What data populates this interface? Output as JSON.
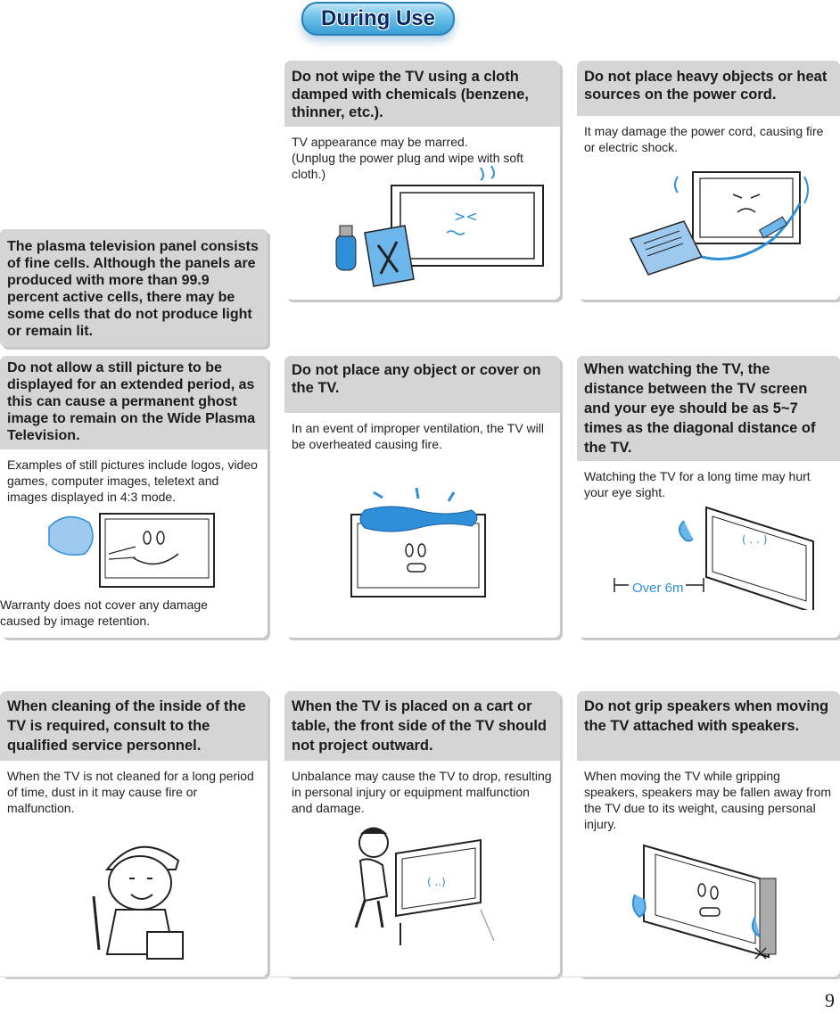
{
  "header": {
    "title": "During Use"
  },
  "note": "The plasma television panel consists of fine cells. Although the panels are produced with more than 99.9 percent active cells, there may be some cells that do not produce light or remain lit.",
  "cards": {
    "wipe": {
      "heading": "Do not wipe the TV using a cloth damped with chemicals (benzene, thinner, etc.).",
      "body": "TV appearance may be marred.\n(Unplug the power plug and wipe with soft cloth.)"
    },
    "cord": {
      "heading": "Do not place heavy objects or heat sources on the power cord.",
      "body": "It may damage the power cord, causing fire or electric shock."
    },
    "still": {
      "heading": "Do not allow a still picture to be displayed for an extended period, as this can cause a permanent ghost image to remain on the Wide Plasma Television.",
      "body": "Examples of still pictures include logos, video games, computer images, teletext and images displayed in 4:3 mode.",
      "footer": "Warranty does not cover any damage caused by image retention."
    },
    "cover": {
      "heading": "Do not place any object or cover on the TV.",
      "body": "In an event of improper ventilation, the TV will be overheated causing fire."
    },
    "distance": {
      "heading": "When watching the TV, the distance between the TV screen and your eye should be as 5~7 times as the diagonal distance of the TV.",
      "body": "Watching the TV for a long time may hurt your eye sight.",
      "label": "Over 6m"
    },
    "cleaning": {
      "heading": "When cleaning of the inside of the TV is required, consult to the qualified service personnel.",
      "body": "When the TV is not cleaned for a long period of time, dust in it may cause fire or malfunction."
    },
    "cart": {
      "heading": "When the TV is placed on a cart or table, the front side of the TV should not project outward.",
      "body": "Unbalance may cause the TV to drop, resulting in personal injury or equipment malfunction and damage."
    },
    "speakers": {
      "heading": "Do not grip speakers when moving the TV attached with speakers.",
      "body": "When moving the TV while gripping speakers, speakers may be fallen away from the TV due to its weight, causing personal injury."
    }
  },
  "page_number": "9",
  "colors": {
    "accent_blue": "#2f8fd8",
    "header_gray": "#d5d5d5"
  }
}
